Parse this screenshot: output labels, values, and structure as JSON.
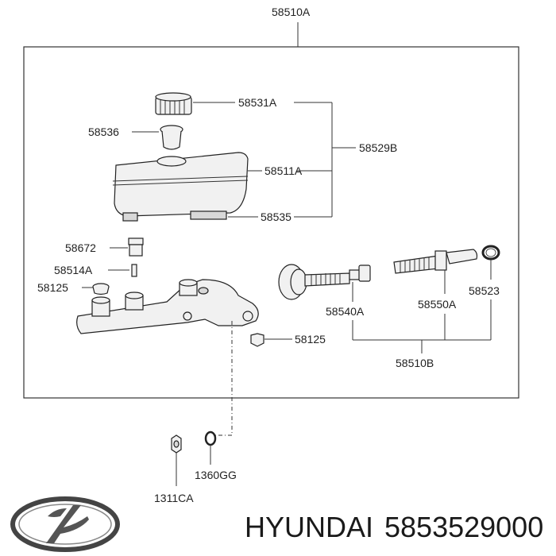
{
  "labels": {
    "assembly": "58510A",
    "cap": "58531A",
    "strainer": "58536",
    "reservoir_kit": "58529B",
    "reservoir": "58511A",
    "grommet_bottom": "58535",
    "bolt": "58672",
    "pin": "58514A",
    "plug_left": "58125",
    "plug_right": "58125",
    "primary_piston": "58540A",
    "secondary_piston": "58550A",
    "snap_ring": "58523",
    "piston_kit": "58510B",
    "washer": "1360GG",
    "nut": "1311CA"
  },
  "brand": {
    "name": "HYUNDAI",
    "part_number": "5853529000"
  }
}
